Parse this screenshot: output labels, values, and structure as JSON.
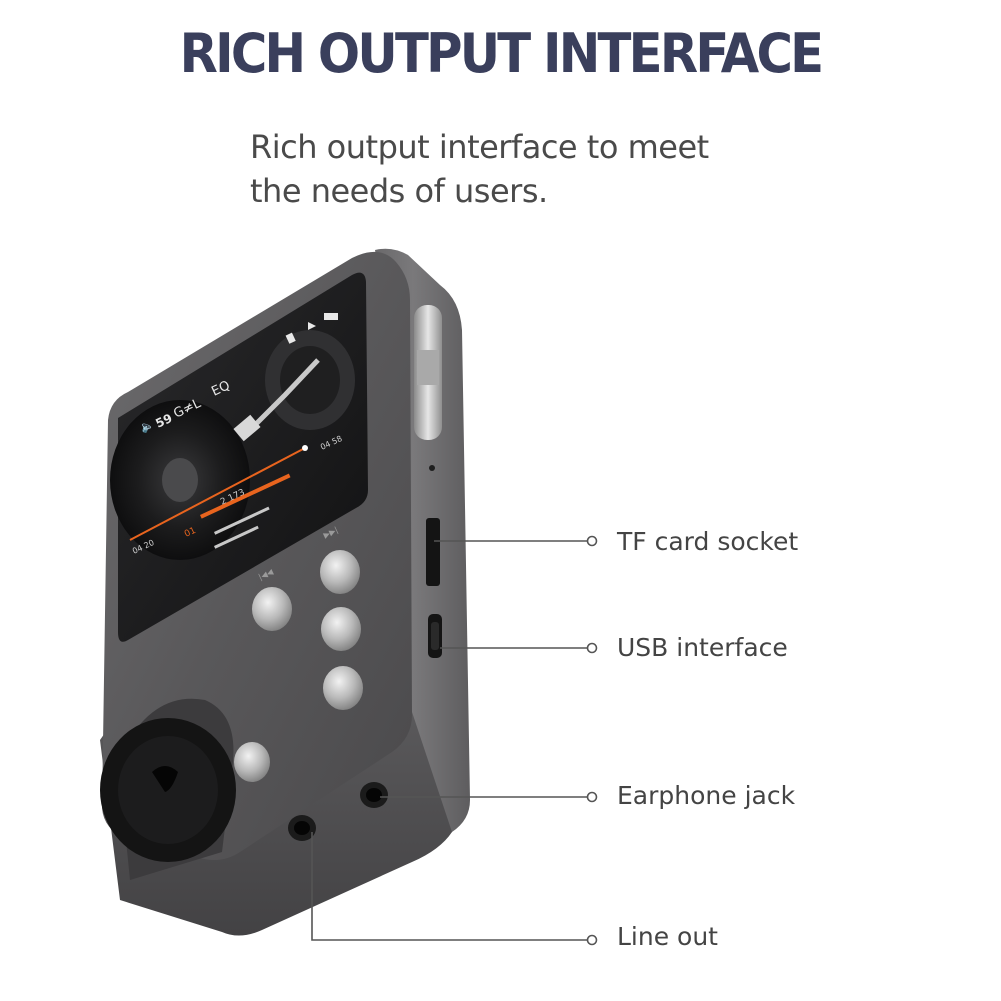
{
  "heading": {
    "title": "RICH OUTPUT INTERFACE",
    "subtitle_line1": "Rich output interface to meet",
    "subtitle_line2": "the needs of users."
  },
  "callouts": {
    "tf_card": "TF card socket",
    "usb": "USB interface",
    "earphone": "Earphone jack",
    "line_out": "Line out"
  },
  "screen": {
    "volume": "59",
    "mode": "G≠L",
    "eq": "EQ",
    "track_counter": "2  173",
    "track_number": "01",
    "time_left": "04 20",
    "time_right": "04 58"
  },
  "colors": {
    "title": "#3a3f5c",
    "body": "#444444",
    "device_body": "#5c5b5d",
    "accent_orange": "#e8641e"
  }
}
